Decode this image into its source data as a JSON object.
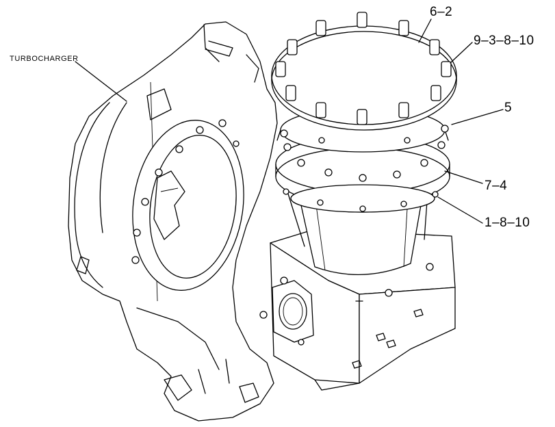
{
  "callouts": {
    "turbocharger": "TURBOCHARGER",
    "c_6_2": "6–2",
    "c_9_3_8_10": "9–3–8–10",
    "c_5": "5",
    "c_7_4": "7–4",
    "c_1_8_10": "1–8–10"
  },
  "colors": {
    "line": "#000000",
    "background": "#ffffff"
  }
}
